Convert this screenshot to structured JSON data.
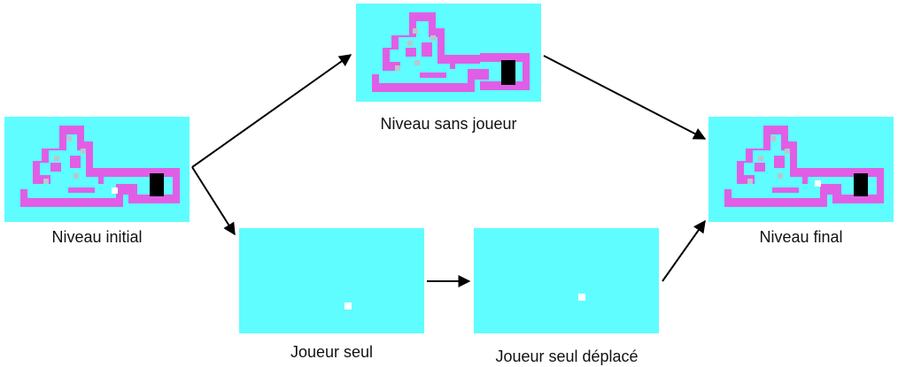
{
  "labels": {
    "initial": "Niveau initial",
    "no_player": "Niveau sans joueur",
    "player_only": "Joueur seul",
    "player_moved": "Joueur seul déplacé",
    "final": "Niveau final"
  },
  "colors": {
    "background": "#5ffdff",
    "wall": "#e05ee6",
    "box": "#b9c8cb",
    "player": "#ffffff",
    "exit": "#000000",
    "arrow": "#000000"
  }
}
